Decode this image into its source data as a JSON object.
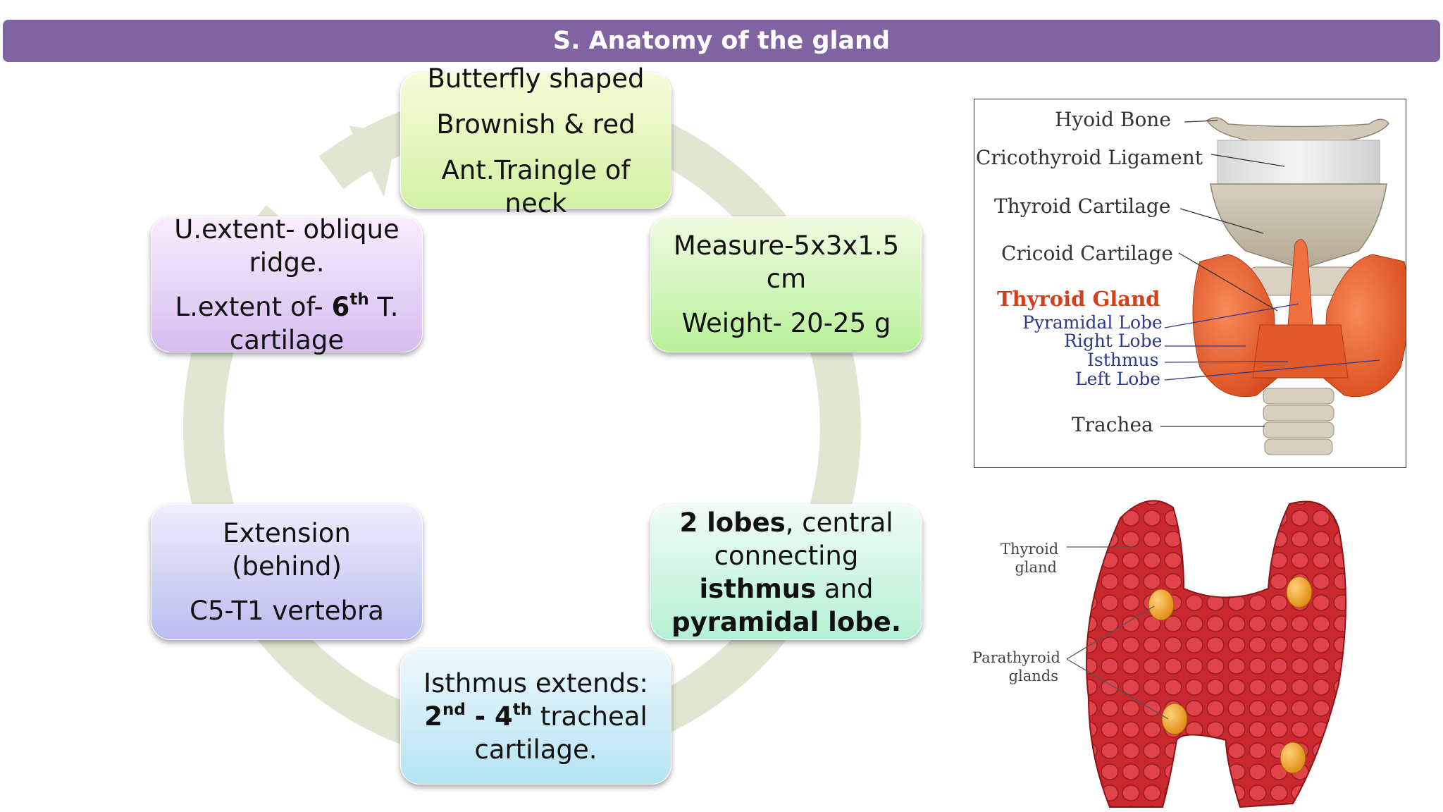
{
  "header": {
    "title": "S. Anatomy of the gland"
  },
  "colors": {
    "title_bar": "#8064a2",
    "ring": "#dfe6d2",
    "thyroid": "#e8613a",
    "parathyroid_gland": "#e8a21a"
  },
  "cycle": {
    "top": {
      "line1": "Butterfly shaped",
      "line2": "Brownish & red",
      "line3": "Ant.Traingle of neck"
    },
    "top_right": {
      "line1": "Measure-5x3x1.5 cm",
      "line2": "Weight- 20-25 g"
    },
    "bottom_right": {
      "b1": "2 lobes",
      "t1": ", central connecting ",
      "b2": "isthmus",
      "t2": " and ",
      "b3": "pyramidal lobe."
    },
    "bottom": {
      "line1": "Isthmus extends:",
      "n1": "2",
      "s1": "nd",
      "dash": " - ",
      "n2": "4",
      "s2": "th",
      "rest": " tracheal cartilage."
    },
    "bottom_left": {
      "line1": "Extension (behind)",
      "line2": "C5-T1 vertebra"
    },
    "top_left": {
      "line1": "U.extent- oblique ridge.",
      "pre": "L.extent of- ",
      "n": "6",
      "s": "th",
      "post": " T. cartilage"
    }
  },
  "figure_labels": {
    "hyoid": "Hyoid Bone",
    "cricothyroid": "Cricothyroid Ligament",
    "thyroid_cartilage": "Thyroid Cartilage",
    "cricoid": "Cricoid Cartilage",
    "thyroid_gland": "Thyroid Gland",
    "pyramidal": "Pyramidal Lobe",
    "right_lobe": "Right Lobe",
    "isthmus": "Isthmus",
    "left_lobe": "Left Lobe",
    "trachea": "Trachea"
  },
  "parathyroid_labels": {
    "thyroid1": "Thyroid",
    "thyroid2": "gland",
    "para1": "Parathyroid",
    "para2": "glands"
  }
}
